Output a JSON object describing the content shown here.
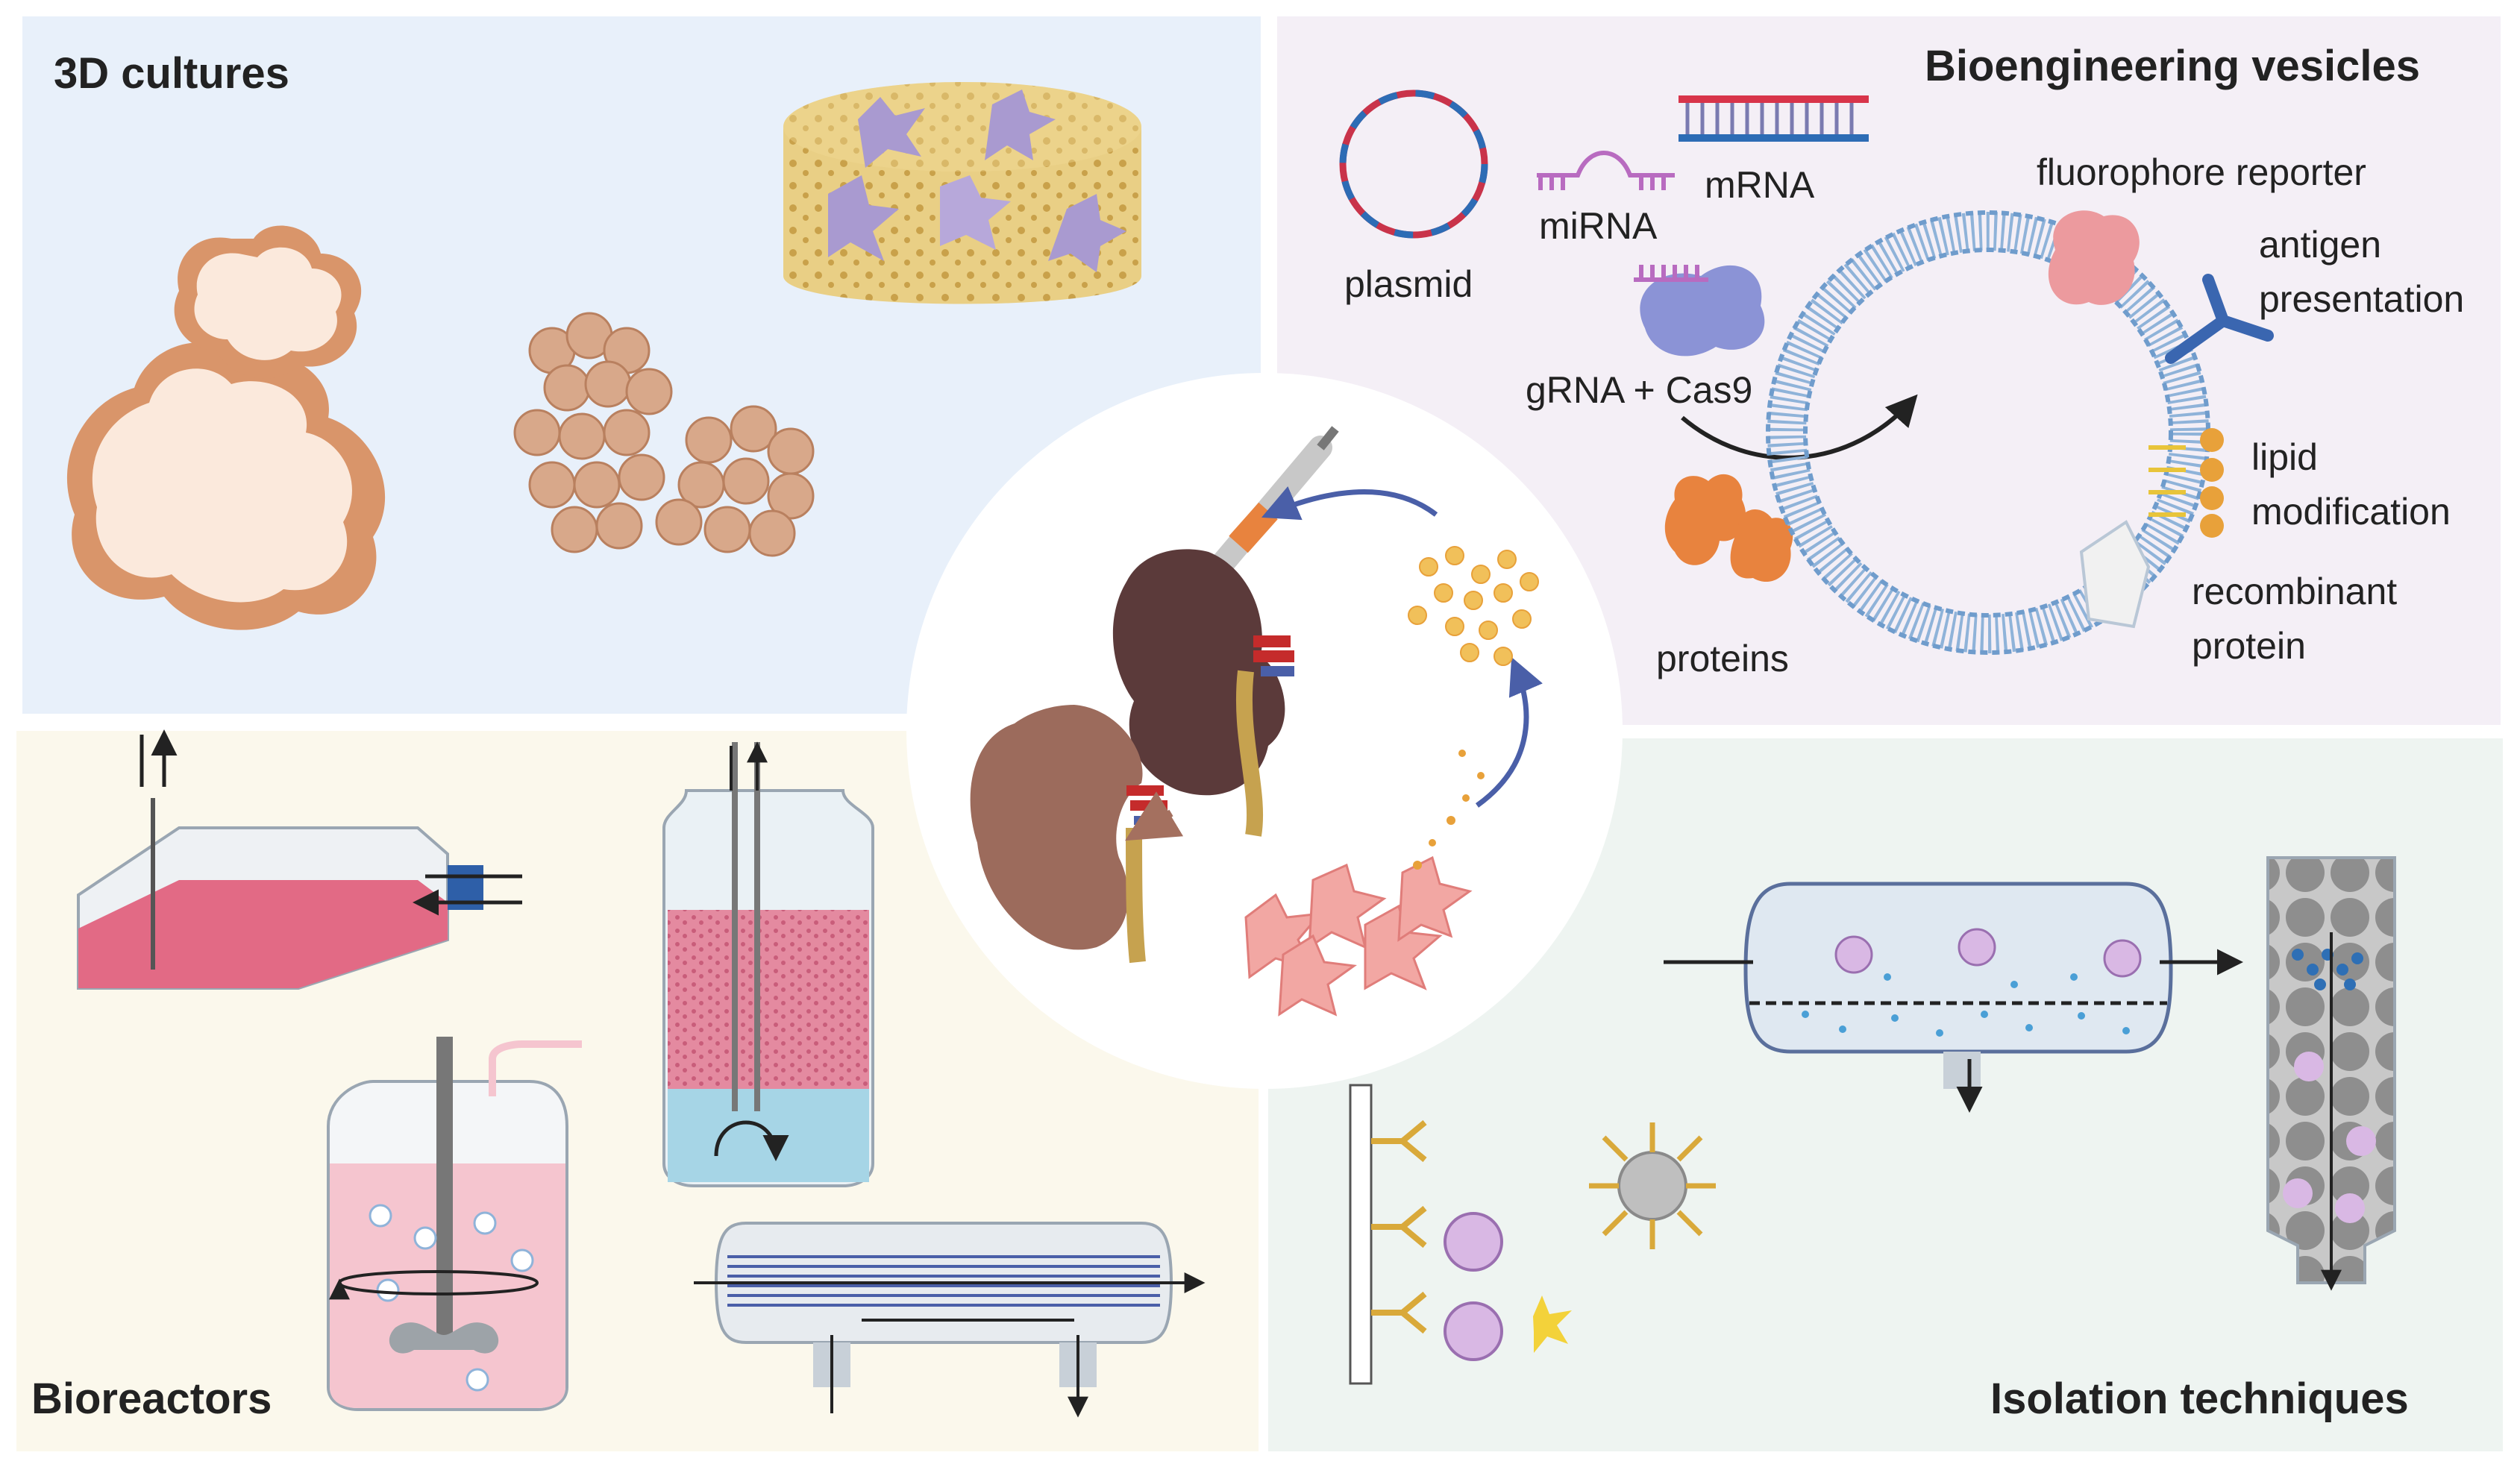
{
  "panels": {
    "cultures": {
      "title": "3D cultures"
    },
    "vesicles": {
      "title": "Bioengineering vesicles",
      "labels": {
        "plasmid": "plasmid",
        "mirna": "miRNA",
        "mrna": "mRNA",
        "grna_cas9": "gRNA + Cas9",
        "proteins": "proteins",
        "fluorophore": "fluorophore reporter",
        "antigen_1": "antigen",
        "antigen_2": "presentation",
        "lipid_1": "lipid",
        "lipid_2": "modification",
        "recombinant_1": "recombinant",
        "recombinant_2": "protein"
      }
    },
    "bioreactors": {
      "title": "Bioreactors"
    },
    "isolation": {
      "title": "Isolation techniques"
    }
  },
  "colors": {
    "cultures_bg": "#e8f0fa",
    "vesicles_bg": "#f4eff6",
    "bioreactors_bg": "#fbf8ec",
    "isolation_bg": "#eef4f1",
    "center_circle": "#ffffff",
    "membrane": "#8fb3d9",
    "kidney_dark": "#5b3a3a",
    "kidney_light": "#9c6b5c",
    "flask_media": "#e26a85",
    "antibody_gold": "#d9a93a",
    "vesicle_purple": "#c9a6d8"
  }
}
